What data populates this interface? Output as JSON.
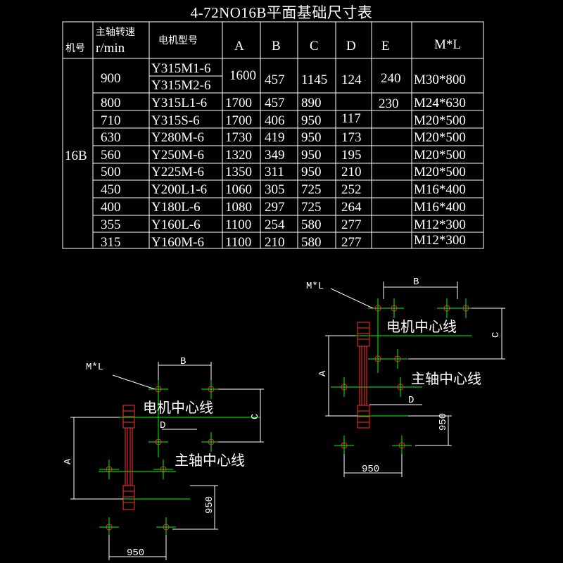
{
  "title": "4-72NO16B平面基础尺寸表",
  "table": {
    "headers": {
      "machine": "机号",
      "speed_line1": "主轴转速",
      "speed_line2": "r/min",
      "motor": "电机型号",
      "a": "A",
      "b": "B",
      "c": "C",
      "d": "D",
      "e": "E",
      "ml": "M*L"
    },
    "machine_no": "16B",
    "rows": [
      {
        "speed": "900",
        "motor1": "Y315M1-6",
        "motor2": "Y315M2-6",
        "a": "1600",
        "b": "457",
        "c": "1145",
        "d": "124",
        "e": "240",
        "ml": "M30*800"
      },
      {
        "speed": "800",
        "motor1": "Y315L1-6",
        "a": "1700",
        "b": "457",
        "c": "890",
        "d": "",
        "e": "230",
        "ml": "M24*630"
      },
      {
        "speed": "710",
        "motor1": "Y315S-6",
        "a": "1700",
        "b": "406",
        "c": "950",
        "d": "117",
        "e": "",
        "ml": "M20*500"
      },
      {
        "speed": "630",
        "motor1": "Y280M-6",
        "a": "1730",
        "b": "419",
        "c": "950",
        "d": "173",
        "e": "",
        "ml": "M20*500"
      },
      {
        "speed": "560",
        "motor1": "Y250M-6",
        "a": "1320",
        "b": "349",
        "c": "950",
        "d": "195",
        "e": "",
        "ml": "M20*500"
      },
      {
        "speed": "500",
        "motor1": "Y225M-6",
        "a": "1350",
        "b": "311",
        "c": "950",
        "d": "210",
        "e": "",
        "ml": "M20*500"
      },
      {
        "speed": "450",
        "motor1": "Y200L1-6",
        "a": "1060",
        "b": "305",
        "c": "725",
        "d": "252",
        "e": "",
        "ml": "M16*400"
      },
      {
        "speed": "400",
        "motor1": "Y180L-6",
        "a": "1080",
        "b": "297",
        "c": "725",
        "d": "264",
        "e": "",
        "ml": "M16*400"
      },
      {
        "speed": "355",
        "motor1": "Y160L-6",
        "a": "1100",
        "b": "254",
        "c": "580",
        "d": "277",
        "e": "",
        "ml": "M12*300"
      },
      {
        "speed": "315",
        "motor1": "Y160M-6",
        "a": "1100",
        "b": "210",
        "c": "580",
        "d": "277",
        "e": "",
        "ml": "M12*300"
      }
    ]
  },
  "drawings": {
    "left": {
      "ml_label": "M*L",
      "b_label": "B",
      "c_label": "C",
      "d_label": "D",
      "a_label": "A",
      "dim_950_v": "950",
      "dim_950_h": "950",
      "motor_center_label": "电机中心线",
      "shaft_center_label": "主轴中心线"
    },
    "right": {
      "ml_label": "M*L",
      "b_label": "B",
      "c_label": "C",
      "d_label": "D",
      "a_label": "A",
      "dim_950_v": "950",
      "dim_950_h": "950",
      "motor_center_label": "电机中心线",
      "shaft_center_label": "主轴中心线"
    }
  },
  "colors": {
    "background": "#000000",
    "lines": "#ffffff",
    "center_lines": "#00ff00",
    "anchor_marks": "#ff0000",
    "shaft": "#ff3030"
  }
}
